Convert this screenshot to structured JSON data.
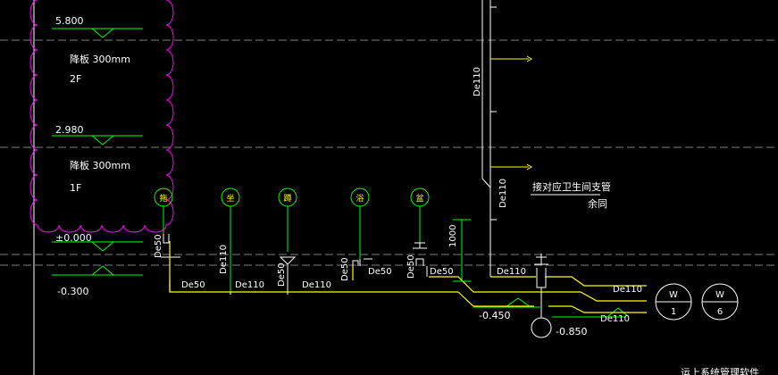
{
  "colors": {
    "background": "#000000",
    "pipe": "#ffff00",
    "riser": "#00ff00",
    "cloud": "#ff00ff",
    "guide": "#808080",
    "text": "#ffffff"
  },
  "levels": {
    "l1": "5.800",
    "l2": "2.980",
    "l3": "±0.000",
    "l4": "-0.300",
    "l5": "-0.450",
    "l6": "-0.850"
  },
  "notes": {
    "slab1": "降板 300mm",
    "slab2": "降板 300mm",
    "floor2": "2F",
    "floor1": "1F",
    "branch_note": "接对应卫生间支管",
    "branch_note2": "余同",
    "height": "1000",
    "corner": "运上系统管理软件"
  },
  "fixtures": [
    "拖",
    "坐",
    "蹲",
    "浴",
    "盆"
  ],
  "pipe_labels": {
    "p1": "De50",
    "p2": "De50",
    "p3": "De110",
    "p4": "De110",
    "p5": "De50",
    "p6": "De110",
    "p7": "De50",
    "p8": "De50",
    "p9": "De50",
    "p10": "De50",
    "p11": "De110",
    "p12": "De110",
    "p13": "De110",
    "p14": "De110",
    "p15": "De110"
  },
  "outlets": [
    {
      "top": "W",
      "bottom": "1"
    },
    {
      "top": "W",
      "bottom": "6"
    }
  ]
}
